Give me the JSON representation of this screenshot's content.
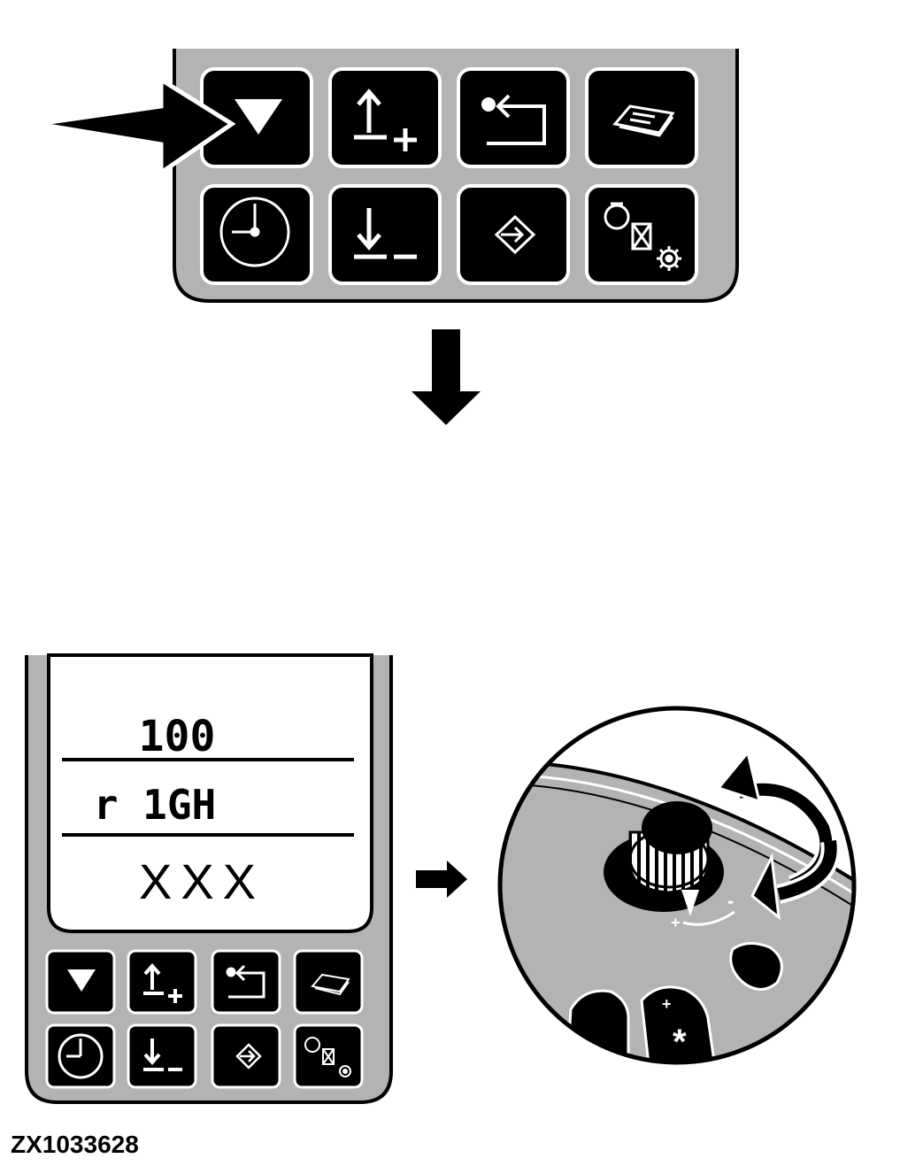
{
  "figure_id": "ZX1033628",
  "display": {
    "line1": "100",
    "line2": "r 1GH",
    "line3": "XXX"
  },
  "keypad": {
    "keys": [
      {
        "name": "down-triangle-key",
        "icon": "down-triangle-icon"
      },
      {
        "name": "raise-plus-key",
        "icon": "raise-plus-icon"
      },
      {
        "name": "return-key",
        "icon": "return-arrow-icon"
      },
      {
        "name": "header-key",
        "icon": "header-icon"
      },
      {
        "name": "clock-key",
        "icon": "clock-icon"
      },
      {
        "name": "lower-minus-key",
        "icon": "lower-minus-icon"
      },
      {
        "name": "enter-key",
        "icon": "enter-diamond-icon"
      },
      {
        "name": "engine-settings-key",
        "icon": "engine-settings-icon"
      }
    ],
    "highlighted_key": "down-triangle-key"
  },
  "dial": {
    "minus_symbol": "-",
    "plus_symbol": "+",
    "button_plus": "+",
    "button_star": "*"
  },
  "colors": {
    "panel": "#b3b3b3",
    "key": "#000000",
    "outline": "#000000",
    "screen": "#ffffff"
  }
}
